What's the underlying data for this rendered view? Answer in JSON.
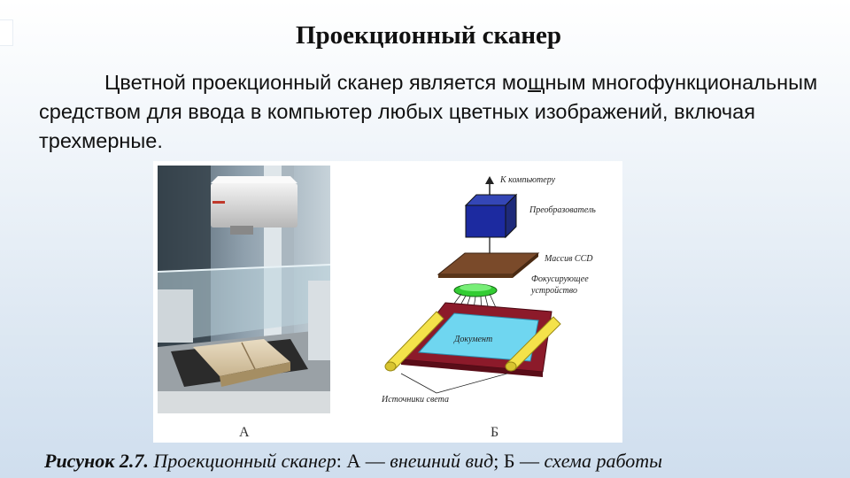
{
  "slide": {
    "title": "Проекционный сканер",
    "paragraph": {
      "before": "Цветной проекционный сканер является мо",
      "underlined": "щ",
      "after": "ным многофункциональным средством для ввода в компьютер любых цветных изображений, включая трехмерные."
    },
    "figure": {
      "letter_a": "А",
      "letter_b": "Б",
      "schema_labels": {
        "to_computer": "К компьютеру",
        "converter": "Преобразователь",
        "ccd": "Массив CCD",
        "focus_1": "Фокусирующее",
        "focus_2": "устройство",
        "document": "Документ",
        "light": "Источники света"
      }
    },
    "caption": {
      "bold": "Рисунок 2.7.",
      "part1": " Проекционный сканер",
      "sep1": ": А — ",
      "part2": "внешний вид",
      "sep2": "; Б — ",
      "part3": "схема работы"
    }
  }
}
